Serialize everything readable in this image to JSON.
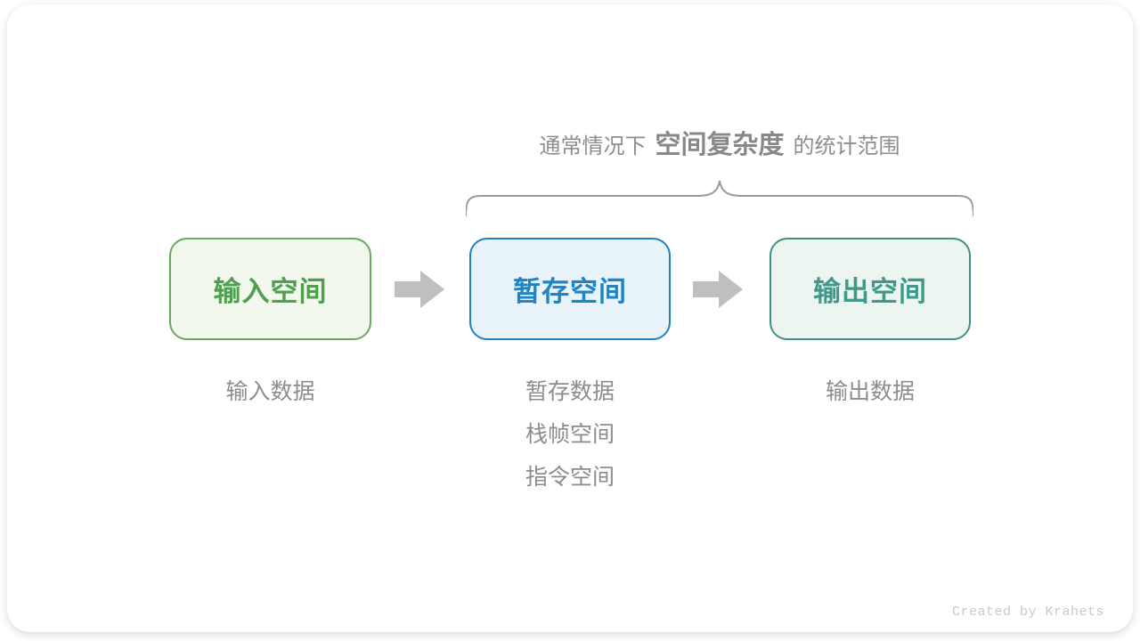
{
  "annotation": {
    "prefix": "通常情况下",
    "highlight": "空间复杂度",
    "suffix": "的统计范围"
  },
  "boxes": [
    {
      "label": "输入空间",
      "notes": [
        "输入数据"
      ]
    },
    {
      "label": "暂存空间",
      "notes": [
        "暂存数据",
        "栈帧空间",
        "指令空间"
      ]
    },
    {
      "label": "输出空间",
      "notes": [
        "输出数据"
      ]
    }
  ],
  "footer": {
    "credit": "Created by Krahets"
  },
  "colors": {
    "input_box_text": "#4ea04f",
    "input_box_border": "#67aa5e",
    "input_box_bg": "#f2f8ee",
    "temp_box_text": "#1b85c8",
    "temp_box_border": "#1f80c2",
    "temp_box_bg": "#e9f3fa",
    "output_box_text": "#3e998a",
    "output_box_border": "#3e9183",
    "output_box_bg": "#edf5f1",
    "arrow": "#bfbfbf",
    "annotation_text": "#8e8e8e",
    "note_text": "#8c8c8c",
    "brace": "#999999",
    "credit_text": "#c9c9c9"
  }
}
